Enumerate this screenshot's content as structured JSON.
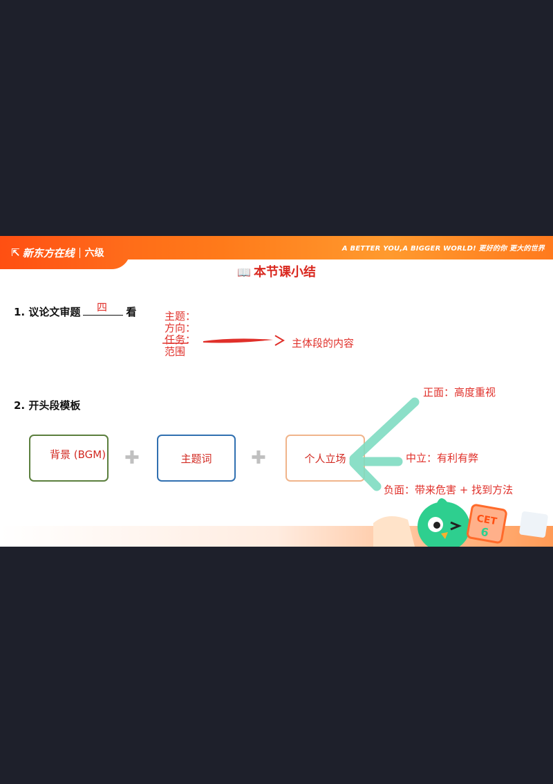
{
  "header": {
    "brand_name": "新东方在线",
    "level": "六级",
    "slogan": "A BETTER YOU,A BIGGER WORLD!  更好的你 更大的世界"
  },
  "title": "本节课小结",
  "section1": {
    "label": "1. 议论文审题",
    "after_blank": "看",
    "blank_answer": "四",
    "aspects": [
      "主题：",
      "方向：",
      "任务：",
      "范围"
    ],
    "arrow_target": "主体段的内容"
  },
  "section2": {
    "label": "2. 开头段模板",
    "boxes": [
      "背景 (BGM)",
      "主题词",
      "个人立场"
    ],
    "stances": [
      "正面：高度重视",
      "中立：有利有弊",
      "负面：带来危害 + 找到方法"
    ]
  },
  "mascot": {
    "badge_top": "CET",
    "badge_bottom": "6"
  },
  "colors": {
    "accent_orange": "#ff6a1a",
    "ink_red": "#e0302a",
    "box_green": "#5a7e3c",
    "box_blue": "#2f6fb0",
    "box_orange": "#f0b48a",
    "highlighter": "#7fdcc2"
  }
}
